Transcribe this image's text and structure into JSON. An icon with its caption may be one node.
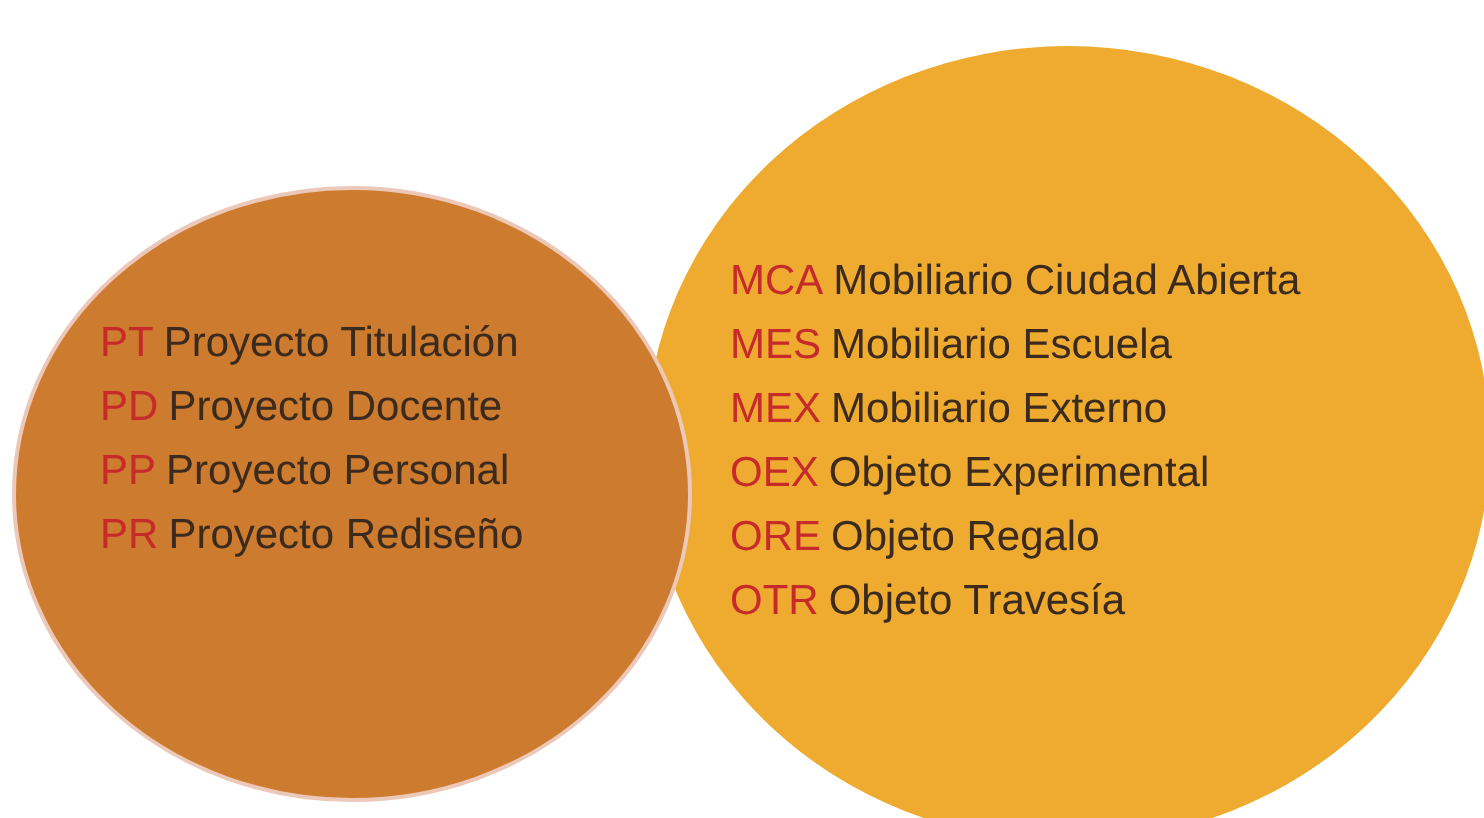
{
  "diagram": {
    "nodes": [
      {
        "text": [
          "MCA",
          "Mobiliario Ciudad Abierta",
          "MES",
          "Mobiliario Escuela",
          "MEX",
          "Mobiliario Externo",
          "OEX",
          "Objeto Experimental",
          "ORE",
          "Objeto Regalo",
          "OTR",
          "Objeto Travesía"
        ]
      },
      {
        "text": [
          "PT",
          "Proyecto Titulación",
          "PD",
          "Proyecto Docente",
          "PP",
          "Proyecto Personal",
          "PR",
          "Proyecto Rediseño"
        ]
      }
    ]
  }
}
